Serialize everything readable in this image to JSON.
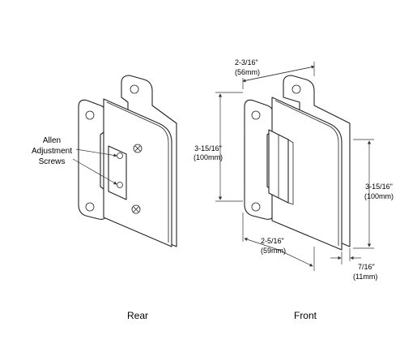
{
  "callout": {
    "line1": "Allen",
    "line2": "Adjustment",
    "line3": "Screws"
  },
  "dimensions": {
    "width_top_in": "2-3/16\"",
    "width_top_mm": "(56mm)",
    "height_left_in": "3-15/16\"",
    "height_left_mm": "(100mm)",
    "height_right_in": "3-15/16\"",
    "height_right_mm": "(100mm)",
    "width_bottom_in": "2-5/16\"",
    "width_bottom_mm": "(59mm)",
    "thickness_in": "7/16\"",
    "thickness_mm": "(11mm)"
  },
  "captions": {
    "rear": "Rear",
    "front": "Front"
  }
}
